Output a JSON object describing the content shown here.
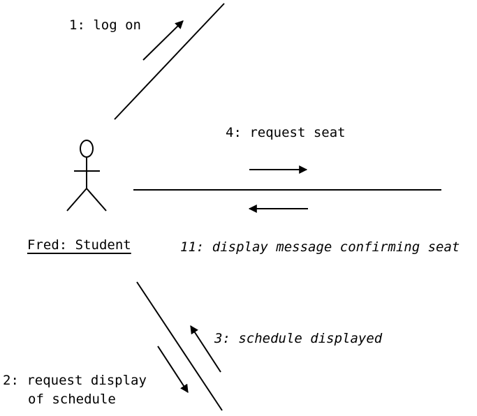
{
  "actor": {
    "name": "Fred: Student"
  },
  "messages": [
    {
      "text": "1: log on"
    },
    {
      "text": "2: request display"
    },
    {
      "text": "of schedule"
    },
    {
      "text": "3: schedule displayed"
    },
    {
      "text": "4: request seat"
    },
    {
      "text": "11: display message confirming seat"
    }
  ]
}
